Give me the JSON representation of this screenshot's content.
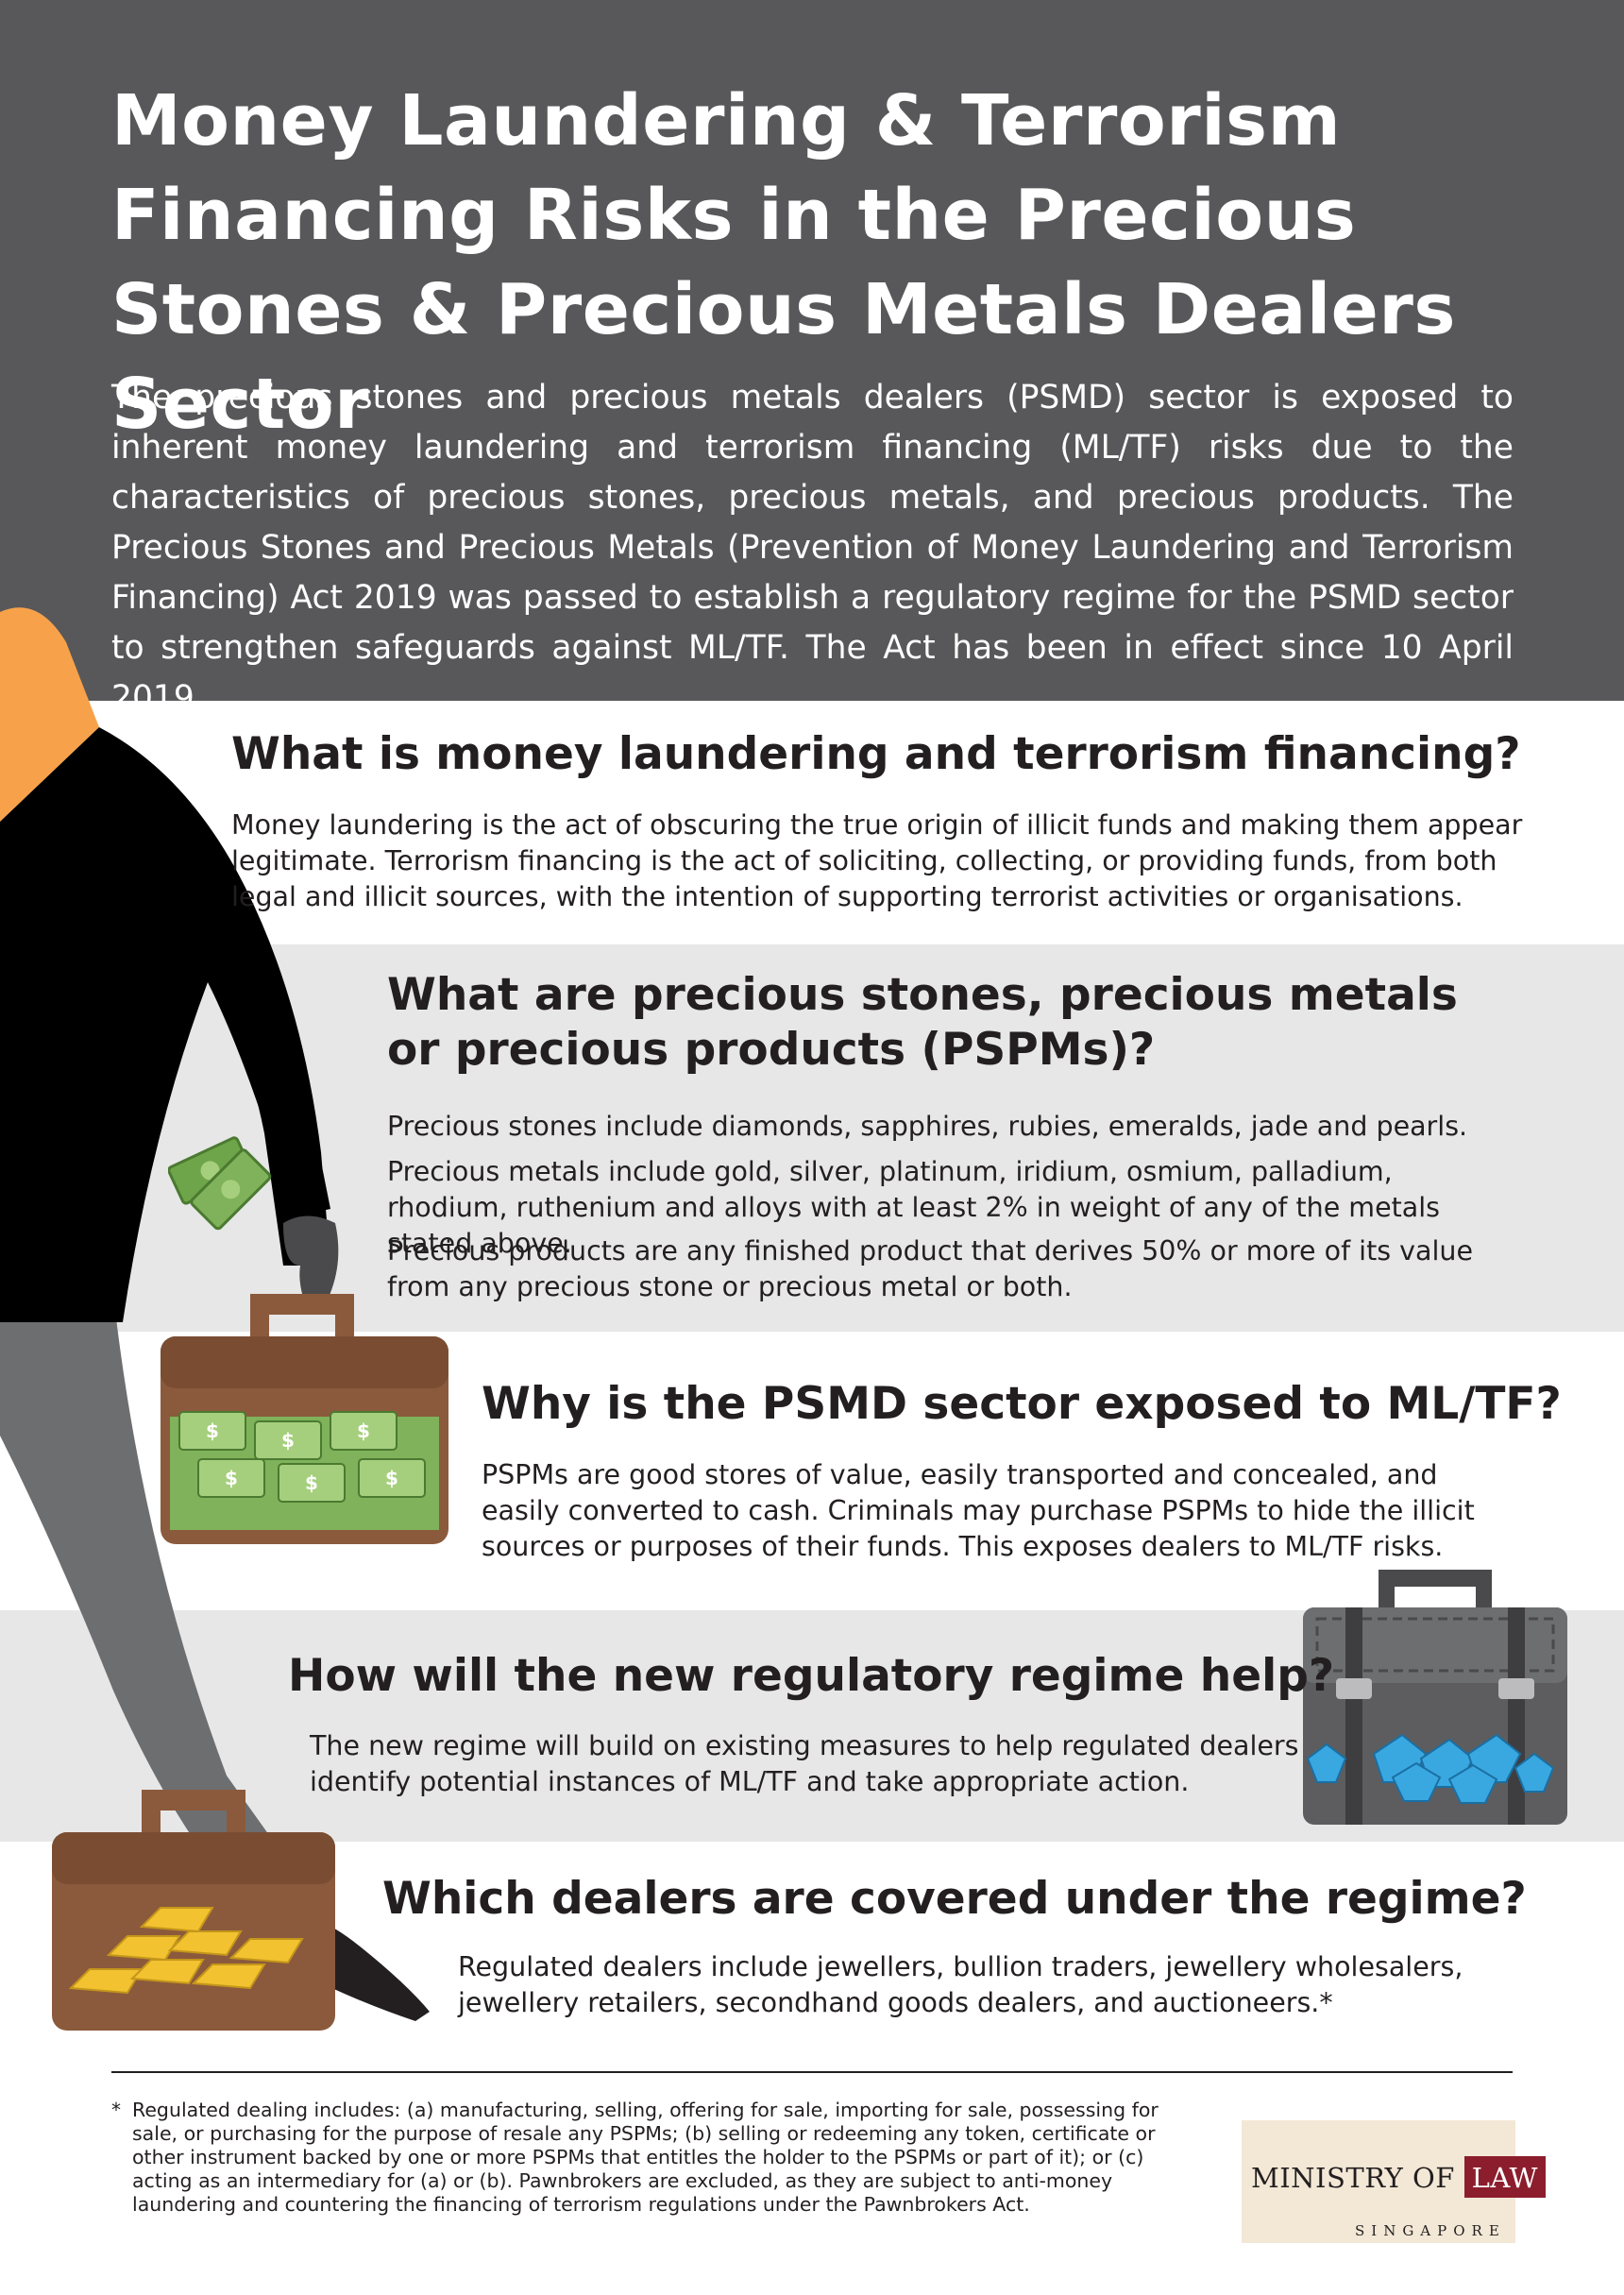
{
  "title": "Money Laundering & Terrorism Financing Risks in the Precious Stones & Precious Metals Dealers Sector",
  "intro": "The precious stones and precious metals dealers (PSMD) sector is exposed to inherent money laundering and terrorism financing (ML/TF) risks due to the characteristics of precious stones, precious metals, and precious products. The Precious Stones and Precious Metals (Prevention of Money Laundering and Terrorism Financing) Act 2019 was passed to establish a regulatory regime for the PSMD sector to strengthen safeguards against ML/TF. The Act has been in effect since 10 April 2019.",
  "sections": {
    "what": {
      "heading": "What is money laundering and terrorism financing?",
      "body": "Money laundering is the act of obscuring the true origin of illicit funds and making them appear legitimate. Terrorism financing is the act of soliciting, collecting, or providing funds, from both legal and illicit sources, with the intention of supporting terrorist activities or organisations."
    },
    "pspm": {
      "heading": "What are precious stones, precious metals or precious products (PSPMs)?",
      "p1": "Precious stones include diamonds, sapphires, rubies, emeralds, jade and pearls.",
      "p2": "Precious metals include gold, silver, platinum, iridium, osmium, palladium, rhodium, ruthenium and alloys with at least 2% in weight of any of the metals stated above.",
      "p3": "Precious products are any finished product that derives 50% or more of its value from any precious stone or precious metal or both."
    },
    "why": {
      "heading": "Why is the PSMD sector exposed to ML/TF?",
      "body": "PSPMs are good stores of value, easily transported and concealed, and easily converted to cash. Criminals may purchase PSPMs to hide the illicit sources or purposes of their funds. This exposes dealers to ML/TF risks."
    },
    "how": {
      "heading": "How will the new regulatory regime help?",
      "body": "The new regime will build on existing measures to help regulated dealers identify potential instances of ML/TF and take appropriate action."
    },
    "which": {
      "heading": "Which dealers are covered under the regime?",
      "body": "Regulated dealers include jewellers, bullion traders, jewellery wholesalers, jewellery retailers, secondhand goods dealers, and auctioneers.*"
    }
  },
  "footnote": {
    "marker": "*",
    "text": "Regulated dealing includes: (a) manufacturing, selling, offering for sale, importing for sale, possessing for sale, or purchasing for the purpose of resale any PSPMs; (b) selling or redeeming any token, certificate or other instrument backed by one or more PSPMs that entitles the holder to the PSPMs or part of it); or (c) acting as an intermediary for (a) or (b). Pawnbrokers are excluded, as they are subject to anti-money laundering and countering the financing of terrorism regulations under the Pawnbrokers Act."
  },
  "logo": {
    "main": "MINISTRY OF",
    "highlight": "LAW",
    "country": "SINGAPORE"
  },
  "illustration": {
    "icons": [
      "person-figure-icon",
      "money-bills-icon",
      "briefcase-money-icon",
      "briefcase-gems-icon",
      "briefcase-gold-icon"
    ],
    "money_symbol": "$"
  },
  "colors": {
    "header_bg": "#58585a",
    "band_bg": "#e7e7e8",
    "figure_head": "#f7a24a",
    "figure_body": "#000000",
    "figure_legs": "#6d6e70",
    "briefcase_brown": "#8b5a3c",
    "logo_red": "#8c1d2d"
  }
}
